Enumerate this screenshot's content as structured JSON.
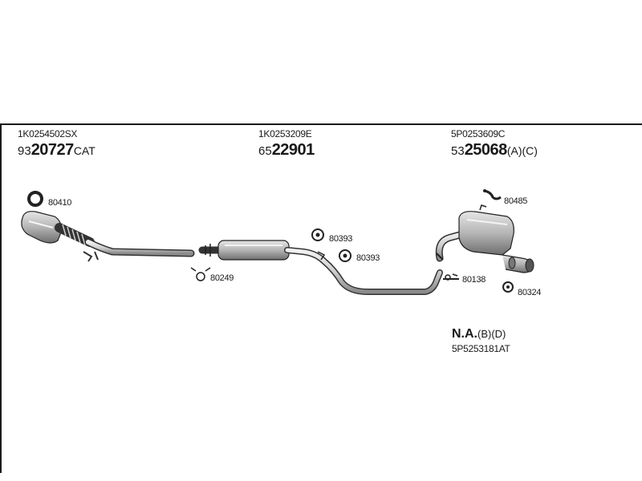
{
  "parts": [
    {
      "oe_code": "1K0254502SX",
      "prefix": "93",
      "number": "20727",
      "suffix": "CAT"
    },
    {
      "oe_code": "1K0253209E",
      "prefix": "65",
      "number": "22901",
      "suffix": ""
    },
    {
      "oe_code": "5P0253609C",
      "prefix": "53",
      "number": "25068",
      "suffix": "(A)(C)"
    }
  ],
  "not_available": {
    "label": "N.A.",
    "suffix": "(B)(D)",
    "oe_code": "5P5253181AT"
  },
  "clamps": {
    "c1": "80410",
    "c2": "80249",
    "c3": "80393",
    "c4": "80393",
    "c5": "80485",
    "c6": "80138",
    "c7": "80324"
  }
}
